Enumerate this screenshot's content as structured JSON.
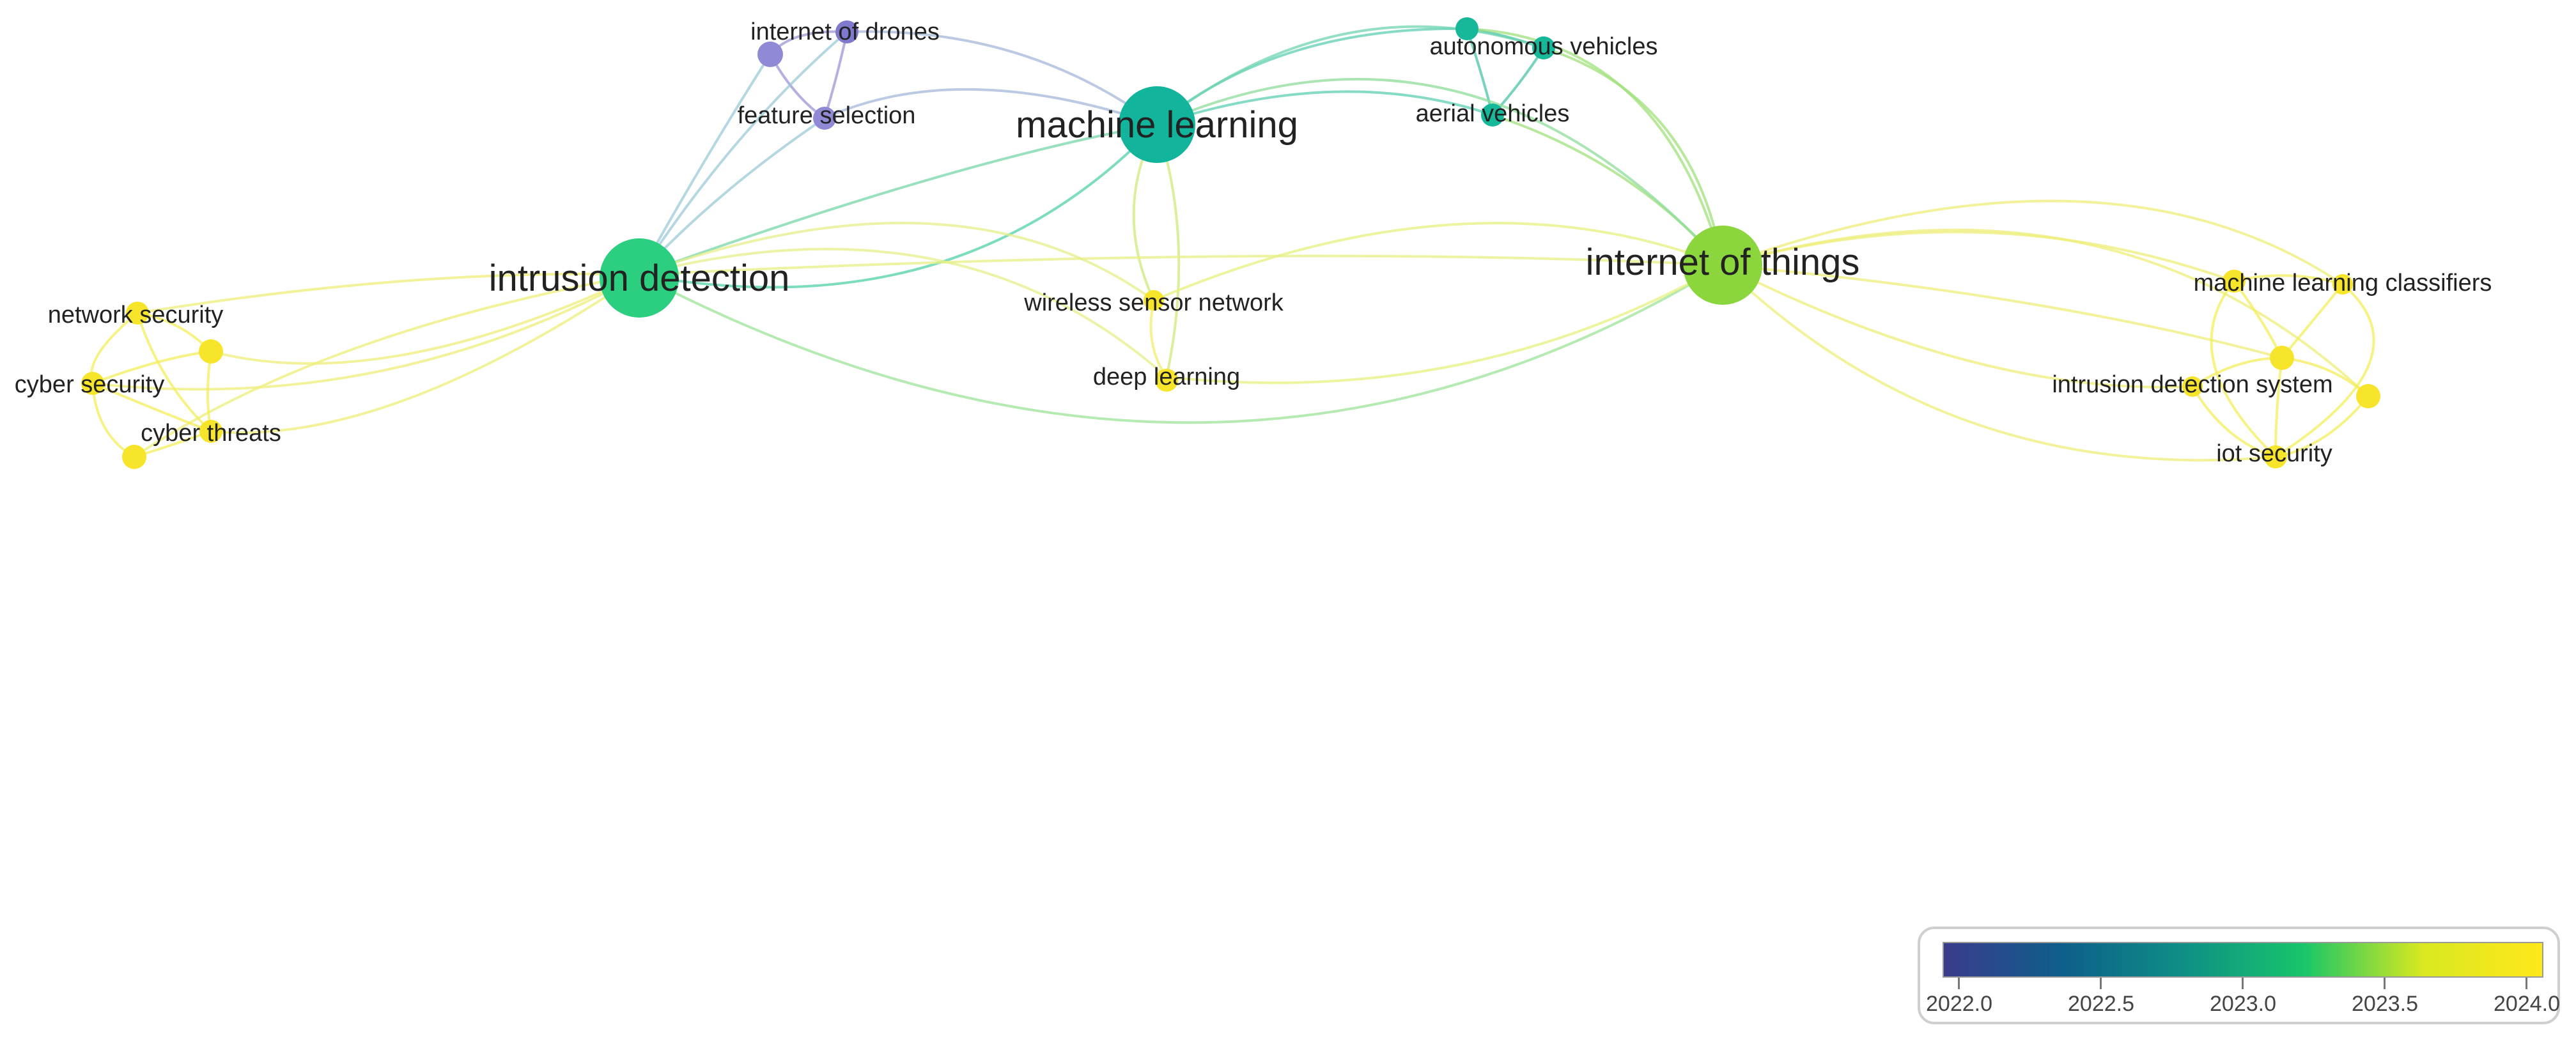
{
  "network": {
    "nodes": [
      {
        "id": "intrusion-detection",
        "label": "intrusion detection",
        "year": 2023.15,
        "size": "large"
      },
      {
        "id": "machine-learning",
        "label": "machine learning",
        "year": 2022.95,
        "size": "large"
      },
      {
        "id": "internet-of-things",
        "label": "internet of things",
        "year": 2023.6,
        "size": "large"
      },
      {
        "id": "internet-of-drones",
        "label": "internet of drones",
        "year": 2022.0
      },
      {
        "id": "feature-selection",
        "label": "feature selection",
        "year": 2022.0
      },
      {
        "id": "autonomous-vehicles",
        "label": "autonomous vehicles",
        "year": 2022.9
      },
      {
        "id": "aerial-vehicles",
        "label": "aerial vehicles",
        "year": 2022.9
      },
      {
        "id": "wireless-sensor-network",
        "label": "wireless sensor network",
        "year": 2024.0
      },
      {
        "id": "deep-learning",
        "label": "deep learning",
        "year": 2024.0
      },
      {
        "id": "network-security",
        "label": "network security",
        "year": 2024.0
      },
      {
        "id": "cyber-security",
        "label": "cyber security",
        "year": 2024.0
      },
      {
        "id": "cyber-threats",
        "label": "cyber threats",
        "year": 2024.0
      },
      {
        "id": "machine-learning-classifiers",
        "label": "machine learning classifiers",
        "year": 2024.0
      },
      {
        "id": "intrusion-detection-system",
        "label": "intrusion detection system",
        "year": 2024.0
      },
      {
        "id": "iot-security",
        "label": "iot security",
        "year": 2024.0
      }
    ]
  },
  "legend": {
    "ticks": [
      "2022.0",
      "2022.5",
      "2023.0",
      "2023.5",
      "2024.0"
    ],
    "colors": [
      "#3b3b8c",
      "#0d5f8a",
      "#0e8f86",
      "#17c56a",
      "#d9e820",
      "#ffe81a"
    ]
  }
}
